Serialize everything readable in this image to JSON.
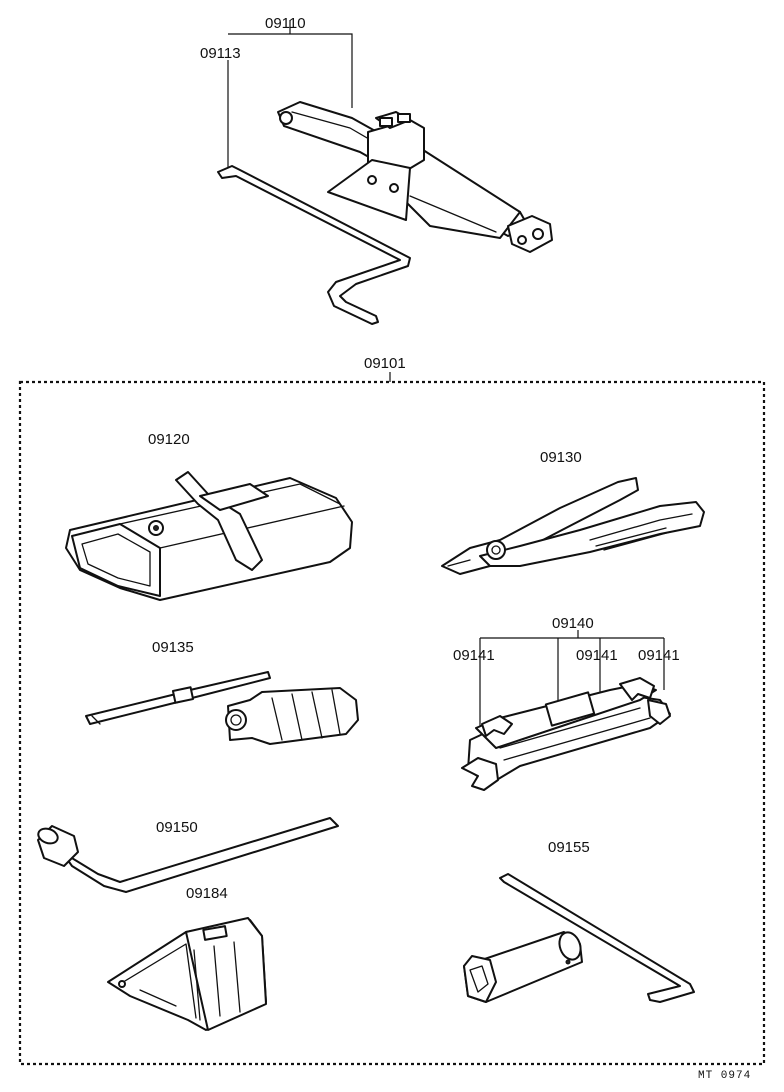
{
  "labels": {
    "jack_assembly": "09110",
    "jack_handle": "09113",
    "tool_set": "09101",
    "tool_bag": "09120",
    "pliers": "09130",
    "screwdriver": "09135",
    "wrench_set": "09140",
    "wrench_left": "09141",
    "wrench_middle": "09141",
    "wrench_right": "09141",
    "lug_wrench": "09150",
    "spark_plug_wrench": "09155",
    "chock_block": "09184"
  },
  "drawing_code": "MT 0974"
}
